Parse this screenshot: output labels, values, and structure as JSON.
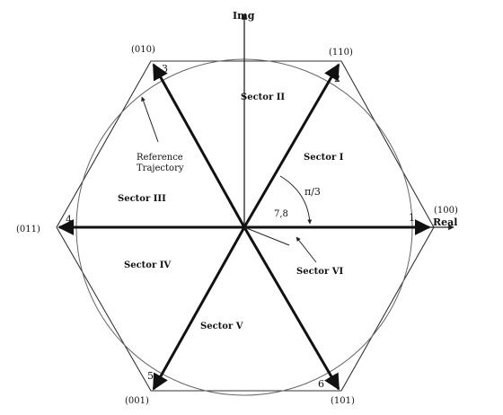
{
  "axes": {
    "imag_label": "Img",
    "real_label": "Real"
  },
  "vectors": [
    {
      "code": "(100)",
      "num": "1"
    },
    {
      "code": "(110)",
      "num": "2"
    },
    {
      "code": "(010)",
      "num": "3"
    },
    {
      "code": "(011)",
      "num": "4"
    },
    {
      "code": "(001)",
      "num": "5"
    },
    {
      "code": "(101)",
      "num": "6"
    }
  ],
  "zero_vectors_label": "7,8",
  "sectors": [
    "Sector I",
    "Sector II",
    "Sector III",
    "Sector IV",
    "Sector V",
    "Sector VI"
  ],
  "angle_label": "π/3",
  "reference_label": {
    "line1": "Reference",
    "line2": "Trajectory"
  }
}
